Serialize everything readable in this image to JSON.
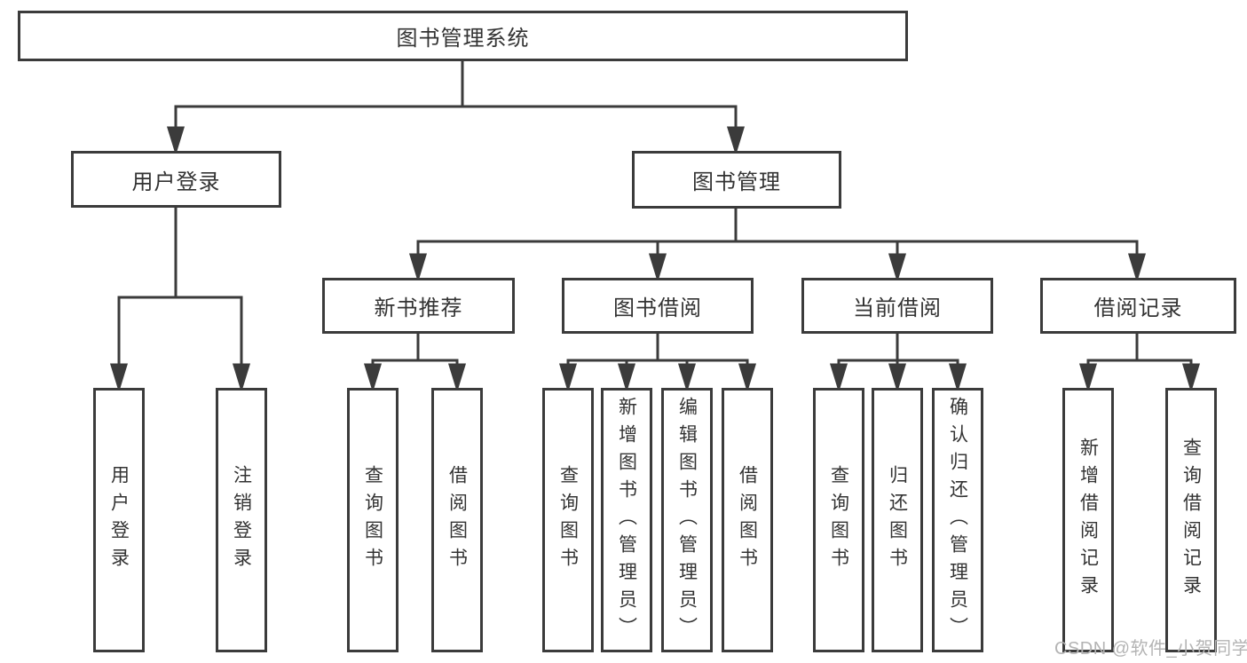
{
  "diagram": {
    "nodes": {
      "root": "图书管理系统",
      "user_login": "用户登录",
      "book_mgmt": "图书管理",
      "new_book_rec": "新书推荐",
      "book_borrow": "图书借阅",
      "current_borrow": "当前借阅",
      "borrow_record": "借阅记录",
      "ul_user_login": "用户登录",
      "ul_logout": "注销登录",
      "nb_query_book": "查询图书",
      "nb_borrow_book": "借阅图书",
      "bb_query_book": "查询图书",
      "bb_add_book": "新增图书（管理员）",
      "bb_edit_book": "编辑图书（管理员）",
      "bb_borrow_book": "借阅图书",
      "cb_query_book": "查询图书",
      "cb_return_book": "归还图书",
      "cb_confirm_return": "确认归还（管理员）",
      "br_add_record": "新增借阅记录",
      "br_query_record": "查询借阅记录"
    },
    "watermark": "CSDN @软件_小贺同学",
    "colors": {
      "line": "#3b3b3b",
      "text": "#333333",
      "watermark": "#b4b4b4",
      "background": "#ffffff"
    }
  }
}
